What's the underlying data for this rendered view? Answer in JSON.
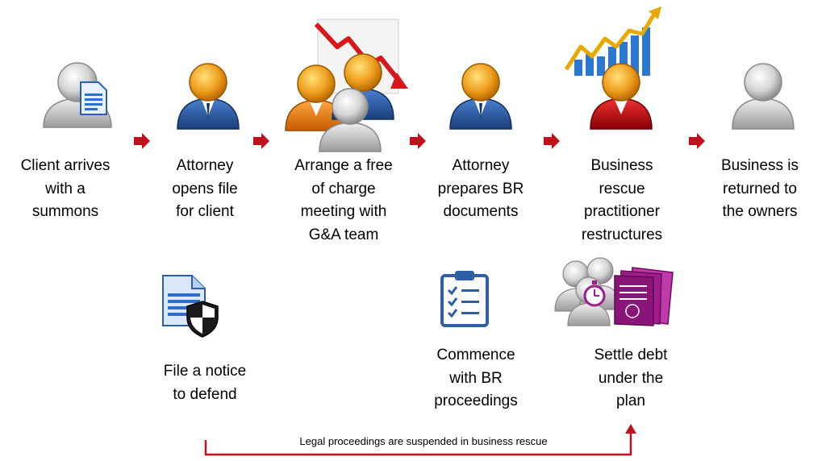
{
  "steps": [
    {
      "label": "Client arrives\nwith a\nsummons"
    },
    {
      "label": "Attorney\nopens file\nfor client"
    },
    {
      "label": "Arrange a free\nof charge\nmeeting with\nG&A team"
    },
    {
      "label": "Attorney\nprepares BR\ndocuments"
    },
    {
      "label": "Business\nrescue\npractitioner\nrestructures"
    },
    {
      "label": "Business is\nreturned to\nthe owners"
    }
  ],
  "substeps": [
    {
      "label": "File a notice\nto defend"
    },
    {
      "label": "Commence\nwith BR\nproceedings"
    },
    {
      "label": "Settle debt\nunder the\nplan"
    }
  ],
  "footer": {
    "label": "Legal proceedings are suspended in business rescue"
  },
  "colors": {
    "arrow": "#c0101c",
    "person_gray": "#c8c8c8",
    "person_blue": "#2d5ea6",
    "person_orange": "#f08a1c",
    "person_red": "#c8141c",
    "head_orange": "#f0a020",
    "doc_blue": "#4a86d8",
    "bars_blue": "#2a78d0",
    "bars_gold": "#e8a800",
    "folder_purple": "#a01c8c"
  }
}
